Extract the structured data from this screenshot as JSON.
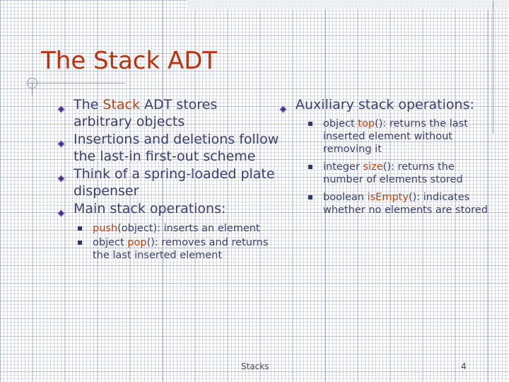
{
  "slide": {
    "title": "The Stack ADT",
    "footer_label": "Stacks",
    "page_number": "4",
    "colors": {
      "title": "#b8340f",
      "body_text": "#3b3f6b",
      "keyword": "#b8460f",
      "bullet_diamond": "#4b2b8c",
      "bullet_square": "#32336b",
      "rule": "#8a99bd",
      "band": "#c5d2ea"
    }
  },
  "left_column": {
    "items": [
      {
        "text_before": "The ",
        "keyword": "Stack",
        "text_after": " ADT stores arbitrary objects",
        "full": "The Stack ADT stores arbitrary objects"
      },
      {
        "text_before": "",
        "keyword": "",
        "text_after": "Insertions and deletions follow the last-in first-out scheme",
        "full": "Insertions and deletions follow the last-in first-out scheme"
      },
      {
        "text_before": "",
        "keyword": "",
        "text_after": "Think of a spring-loaded plate dispenser",
        "full": "Think of a spring-loaded plate dispenser"
      },
      {
        "text_before": "",
        "keyword": "",
        "text_after": "Main stack operations:",
        "full": "Main stack operations:"
      }
    ],
    "subitems": [
      {
        "text_before": "",
        "keyword": "push",
        "text_after": "(object): inserts an element",
        "full": "push(object): inserts an element"
      },
      {
        "text_before": "object ",
        "keyword": "pop",
        "text_after": "(): removes and returns the last inserted element",
        "full": "object pop(): removes and returns the last inserted element"
      }
    ]
  },
  "right_column": {
    "items": [
      {
        "text_before": "",
        "keyword": "",
        "text_after": "Auxiliary stack operations:",
        "full": "Auxiliary stack operations:"
      }
    ],
    "subitems": [
      {
        "text_before": "object ",
        "keyword": "top",
        "text_after": "(): returns the last inserted element without removing it",
        "full": "object top(): returns the last inserted element without removing it"
      },
      {
        "text_before": "integer ",
        "keyword": "size",
        "text_after": "(): returns the number of elements stored",
        "full": "integer size(): returns the number of elements stored"
      },
      {
        "text_before": "boolean ",
        "keyword": "isEmpty",
        "text_after": "(): indicates whether no elements are stored",
        "full": "boolean isEmpty(): indicates whether no elements are stored"
      }
    ]
  }
}
